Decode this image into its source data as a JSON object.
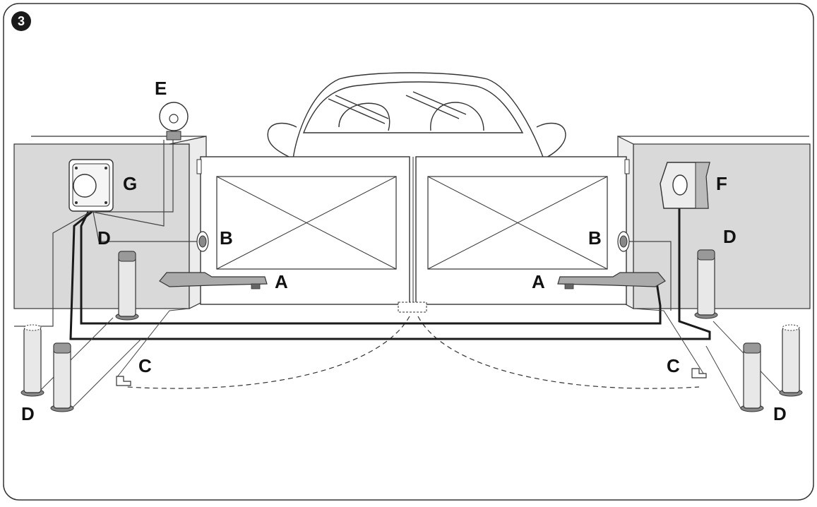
{
  "figure": {
    "number": "3"
  },
  "labels": {
    "A_left": "A",
    "A_right": "A",
    "B_left": "B",
    "B_right": "B",
    "C_left": "C",
    "C_right": "C",
    "D_top_left": "D",
    "D_top_right": "D",
    "D_bottom_left": "D",
    "D_bottom_right": "D",
    "E": "E",
    "F": "F",
    "G": "G"
  },
  "colors": {
    "wall_fill": "#d9d9d9",
    "line": "#1a1a1a",
    "badge": "#1a1a1a"
  }
}
